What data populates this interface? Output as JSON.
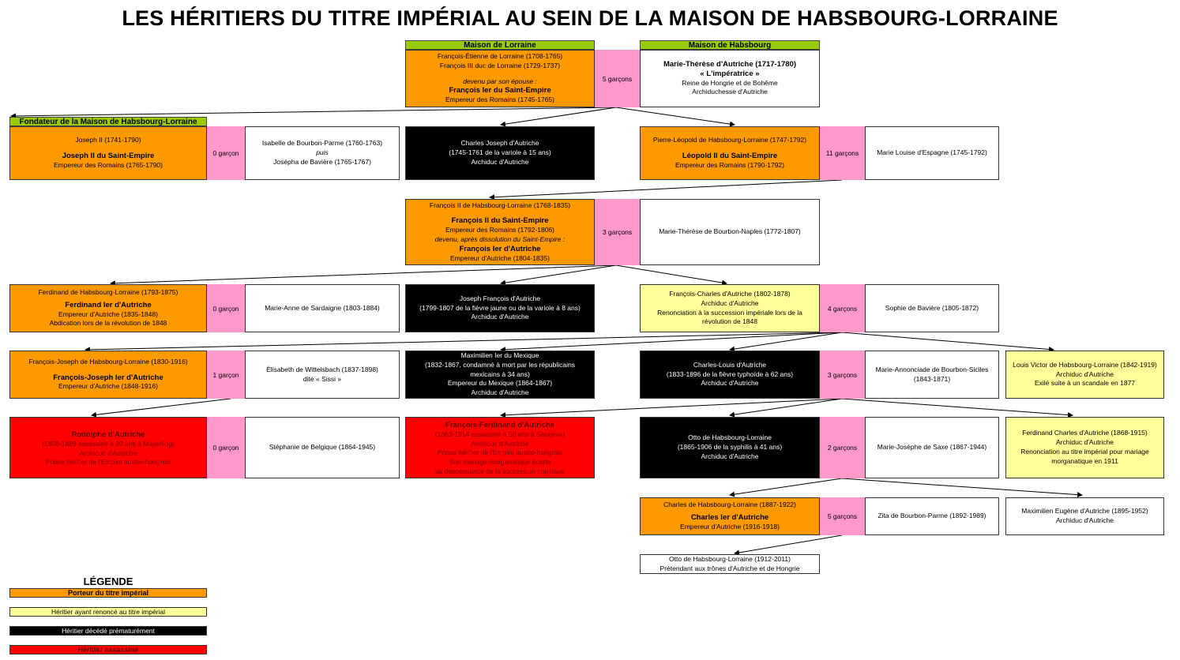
{
  "title": "LES HÉRITIERS DU TITRE IMPÉRIAL AU SEIN DE LA MAISON DE HABSBOURG-LORRAINE",
  "headers": {
    "lorraine": "Maison de Lorraine",
    "habsbourg": "Maison de Habsbourg",
    "fondateur": "Fondateur de la Maison de Habsbourg-Lorraine"
  },
  "gen1": {
    "francois": [
      "François-Étienne de Lorraine (1708-1765)",
      "François III duc de Lorraine (1729-1737)",
      "devenu par son épouse :",
      "François Ier du Saint-Empire",
      "Empereur des Romains (1745-1765)"
    ],
    "count": "5 garçons",
    "marie": [
      "Marie-Thérèse d'Autriche (1717-1780)",
      "« L'impératrice »",
      "Reine de Hongrie et de Bohême",
      "Archiduchesse d'Autriche"
    ]
  },
  "gen2": {
    "joseph": [
      "Joseph II (1741-1790)",
      "Joseph II du Saint-Empire",
      "Empereur des Romains (1765-1790)"
    ],
    "joseph_count": "0 garçon",
    "isabelle": [
      "Isabelle de Bourbon-Parme (1760-1763)",
      "puis",
      "Josépha de Bavière (1765-1767)"
    ],
    "charles_joseph": [
      "Charles Joseph d'Autriche",
      "(1745-1761 de la variole à 15 ans)",
      "Archiduc d'Autriche"
    ],
    "leopold": [
      "Pierre-Léopold de Habsbourg-Lorraine (1747-1792)",
      "Léopold II du Saint-Empire",
      "Empereur des Romains (1790-1792)"
    ],
    "leopold_count": "11 garçons",
    "marie_louise": [
      "Marie Louise d'Espagne (1745-1792)"
    ]
  },
  "gen3": {
    "francois2": [
      "François II de Habsbourg-Lorraine (1768-1835)",
      "François II du Saint-Empire",
      "Empereur des Romains (1792-1806)",
      "devenu, après dissolution du Saint-Empire :",
      "François Ier d'Autriche",
      "Empereur d'Autriche (1804-1835)"
    ],
    "count": "3 garçons",
    "marie_therese": [
      "Marie-Thérèse de Bourbon-Naples (1772-1807)"
    ]
  },
  "gen4": {
    "ferdinand": [
      "Ferdinand de Habsbourg-Lorraine (1793-1875)",
      "Ferdinand Ier d'Autriche",
      "Empereur d'Autriche (1835-1848)",
      "Abdication lors de la révolution de 1848"
    ],
    "ferdinand_count": "0 garçon",
    "marie_anne": [
      "Marie-Anne de Sardaigne (1803-1884)"
    ],
    "joseph_francois": [
      "Joseph François d'Autriche",
      "(1799-1807 de la fièvre jaune ou de la variole à 8 ans)",
      "Archiduc d'Autriche"
    ],
    "francois_charles": [
      "François-Charles d'Autriche (1802-1878)",
      "Archiduc d'Autriche",
      "Renonciation à la succession impériale lors de la",
      "révolution de 1848"
    ],
    "fc_count": "4 garçons",
    "sophie": [
      "Sophie de Bavière (1805-1872)"
    ]
  },
  "gen5": {
    "franz_joseph": [
      "François-Joseph de Habsbourg-Lorraine (1830-1916)",
      "François-Joseph Ier d'Autriche",
      "Empereur d'Autriche (1848-1916)"
    ],
    "fj_count": "1 garçon",
    "elisabeth": [
      "Élisabeth de Wittelsbach (1837-1898)",
      "dite « Sissi »"
    ],
    "maximilien": [
      "Maximilien Ier du Mexique",
      "(1832-1867, condamné à mort par les républicains",
      "mexicains à 34 ans)",
      "Empereur du Mexique (1864-1867)",
      "Archiduc d'Autriche"
    ],
    "charles_louis": [
      "Charles-Louis d'Autriche",
      "(1833-1896 de la fièvre typhoïde à 62 ans)",
      "Archiduc d'Autriche"
    ],
    "cl_count": "3 garçons",
    "marie_annonciade": [
      "Marie-Annonciade de Bourbon-Siciles",
      "(1843-1871)"
    ],
    "louis_victor": [
      "Louis Victor de Habsbourg-Lorraine (1842-1919)",
      "Archiduc d'Autriche",
      "Exilé suite à un scandale en 1877"
    ]
  },
  "gen6": {
    "rodolphe": [
      "Rodolphe d'Autriche",
      "(1858-1889 assassiné à 30 ans à Mayerling)",
      "Archiduc d'Autriche",
      "Prince héritier de l'Empire austro-hongrois"
    ],
    "rod_count": "0 garçon",
    "stephanie": [
      "Stéphanie de Belgique (1864-1945)"
    ],
    "franz_ferdinand": [
      "François-Ferdinand d'Autriche",
      "(1863-1914 assassiné à 50 ans à Sarajevo)",
      "Archiduc d'Autriche",
      "Prince héritier de l'Empire austro-hongrois",
      "Son mariage morganatique écarta",
      "sa descendance de la succession impériale"
    ],
    "otto": [
      "Otto de Habsbourg-Lorraine",
      "(1865-1906 de la syphilis à 41 ans)",
      "Archiduc d'Autriche"
    ],
    "otto_count": "2 garçons",
    "marie_josephe": [
      "Marie-Josèphe de Saxe (1867-1944)"
    ],
    "ferdinand_charles": [
      "Ferdinand Charles d'Autriche (1868-1915)",
      "Archiduc d'Autriche",
      "Renonciation au titre impérial pour mariage",
      "morganatique en 1911"
    ]
  },
  "gen7": {
    "charles": [
      "Charles de Habsbourg-Lorraine (1887-1922)",
      "Charles Ier d'Autriche",
      "Empereur d'Autriche (1916-1918)"
    ],
    "charles_count": "5 garçons",
    "zita": [
      "Zita de Bourbon-Parme (1892-1989)"
    ],
    "maximilien_eugene": [
      "Maximilien Eugène d'Autriche (1895-1952)",
      "Archiduc d'Autriche"
    ]
  },
  "gen8": {
    "otto2": [
      "Otto de Habsbourg-Lorraine (1912-2011)",
      "Prétendant aux trônes d'Autriche et de Hongrie"
    ]
  },
  "legend": {
    "title": "LÉGENDE",
    "porteur": "Porteur du titre impérial",
    "renonce": "Héritier ayant renoncé au titre impérial",
    "decede": "Héritier décédé prématurément",
    "assassine": "Héritier assassiné"
  },
  "colors": {
    "orange": "#ff9900",
    "pink": "#ff99cc",
    "yellow": "#ffff99",
    "black": "#000000",
    "red": "#ff0000",
    "header_green": "#99cc00"
  }
}
